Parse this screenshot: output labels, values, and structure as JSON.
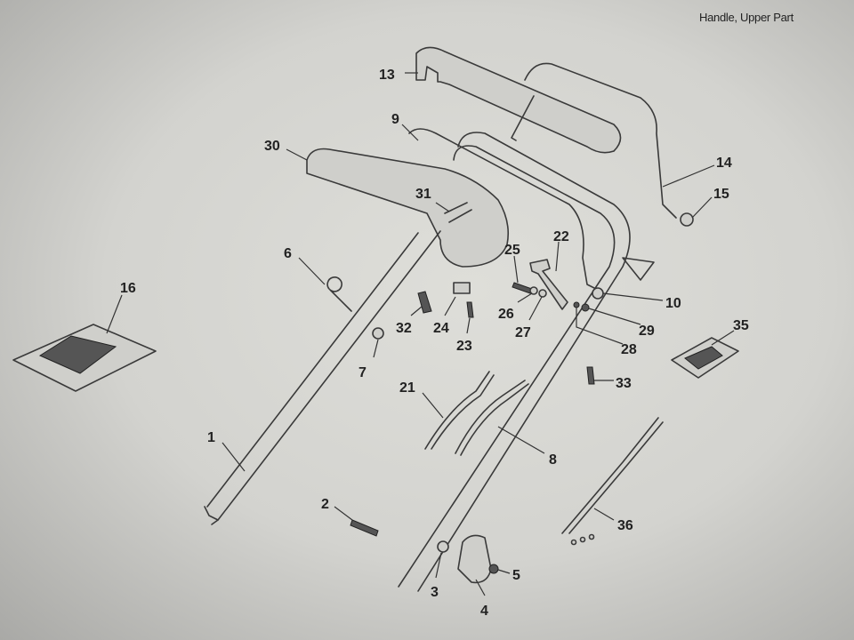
{
  "title": "Handle, Upper Part",
  "callouts": [
    "1",
    "2",
    "3",
    "4",
    "5",
    "6",
    "7",
    "8",
    "9",
    "10",
    "13",
    "14",
    "15",
    "16",
    "21",
    "22",
    "23",
    "24",
    "25",
    "26",
    "27",
    "28",
    "29",
    "30",
    "31",
    "32",
    "33",
    "35",
    "36"
  ]
}
